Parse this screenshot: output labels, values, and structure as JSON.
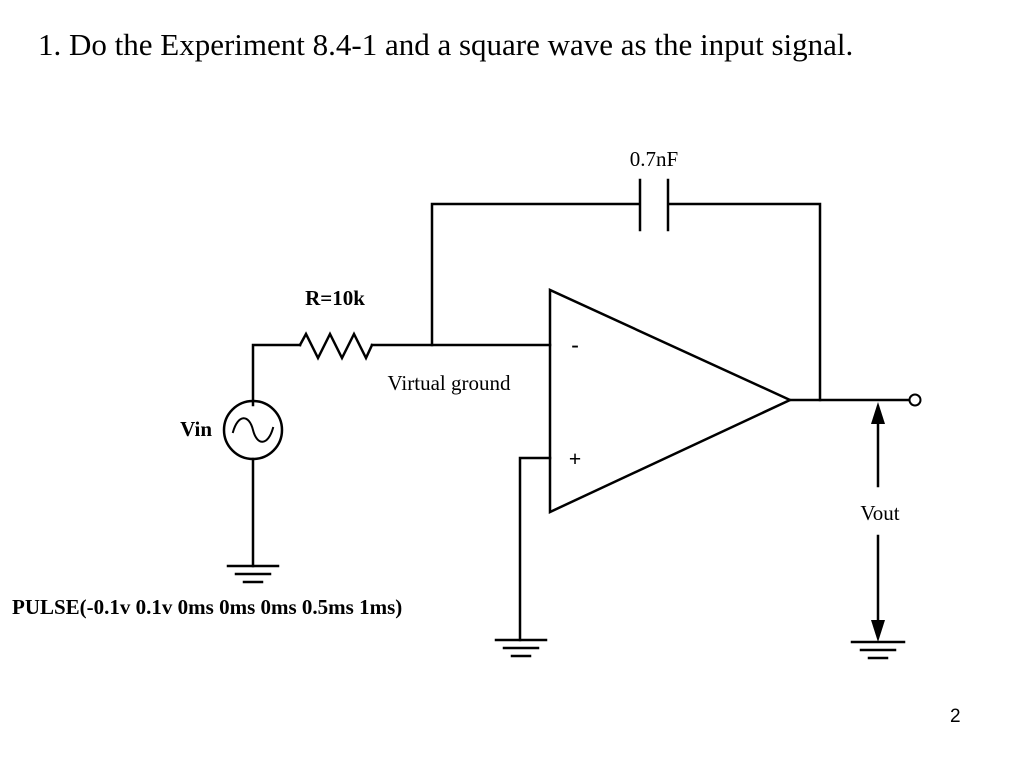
{
  "slide": {
    "title": "1. Do the Experiment 8.4-1 and a square wave as the input signal.",
    "page_number": "2"
  },
  "circuit": {
    "capacitor_label": "0.7nF",
    "resistor_label": "R=10k",
    "virtual_ground_label": "Virtual ground",
    "source_label": "Vin",
    "inverting_input_sign": "-",
    "noninverting_input_sign": "+",
    "output_label": "Vout",
    "pulse_spec": "PULSE(-0.1v 0.1v 0ms 0ms 0ms 0.5ms 1ms)"
  }
}
